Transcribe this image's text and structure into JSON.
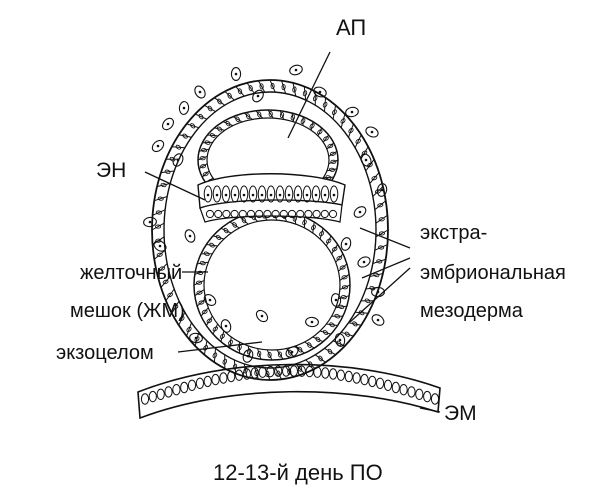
{
  "labels": {
    "ap": "АП",
    "en": "ЭН",
    "extra_line1": "экстра-",
    "extra_line2": "эмбриональная",
    "extra_line3": "мезодерма",
    "yolk_line1": "желточный",
    "yolk_line2": "мешок (ЖМ)",
    "exocoelom": "экзоцелом",
    "em": "ЭМ"
  },
  "caption": "12-13-й день ПО",
  "colors": {
    "ink": "#111111",
    "background": "#ffffff"
  }
}
